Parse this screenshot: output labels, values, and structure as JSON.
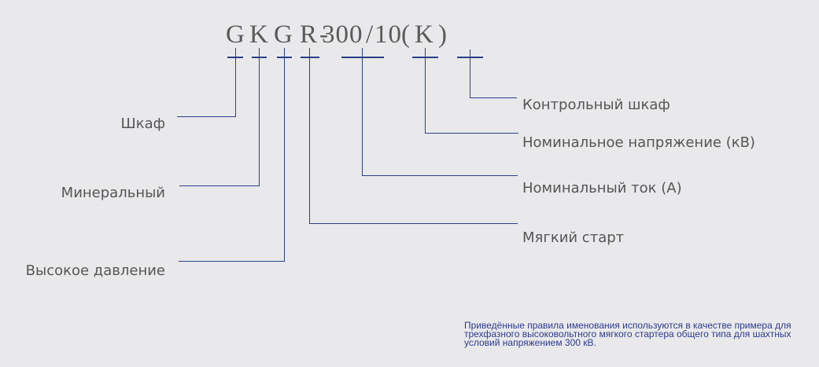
{
  "code": {
    "chars": [
      "G",
      "K",
      "G",
      "R",
      "-",
      "300",
      "/",
      "10",
      "(",
      "K",
      ")"
    ]
  },
  "left_labels": [
    {
      "id": "cabinet",
      "text": "Шкаф"
    },
    {
      "id": "mineral",
      "text": "Минеральный"
    },
    {
      "id": "high-pressure",
      "text": "Высокое давление"
    }
  ],
  "right_labels": [
    {
      "id": "control-cabinet",
      "text": "Контрольный шкаф"
    },
    {
      "id": "rated-voltage",
      "text": "Номинальное напряжение (кВ)"
    },
    {
      "id": "rated-current",
      "text": "Номинальный ток (А)"
    },
    {
      "id": "soft-start",
      "text": "Мягкий старт"
    }
  ],
  "note": "Приведённые правила именования используются в качестве примера для трехфазного высоковольтного мягкого стартера общего типа для шахтных условий напряжением 300 кВ.",
  "colors": {
    "line": "#2a3f8a",
    "text": "#555555",
    "background": "#e9e9eb",
    "note": "#2d3a8c"
  }
}
